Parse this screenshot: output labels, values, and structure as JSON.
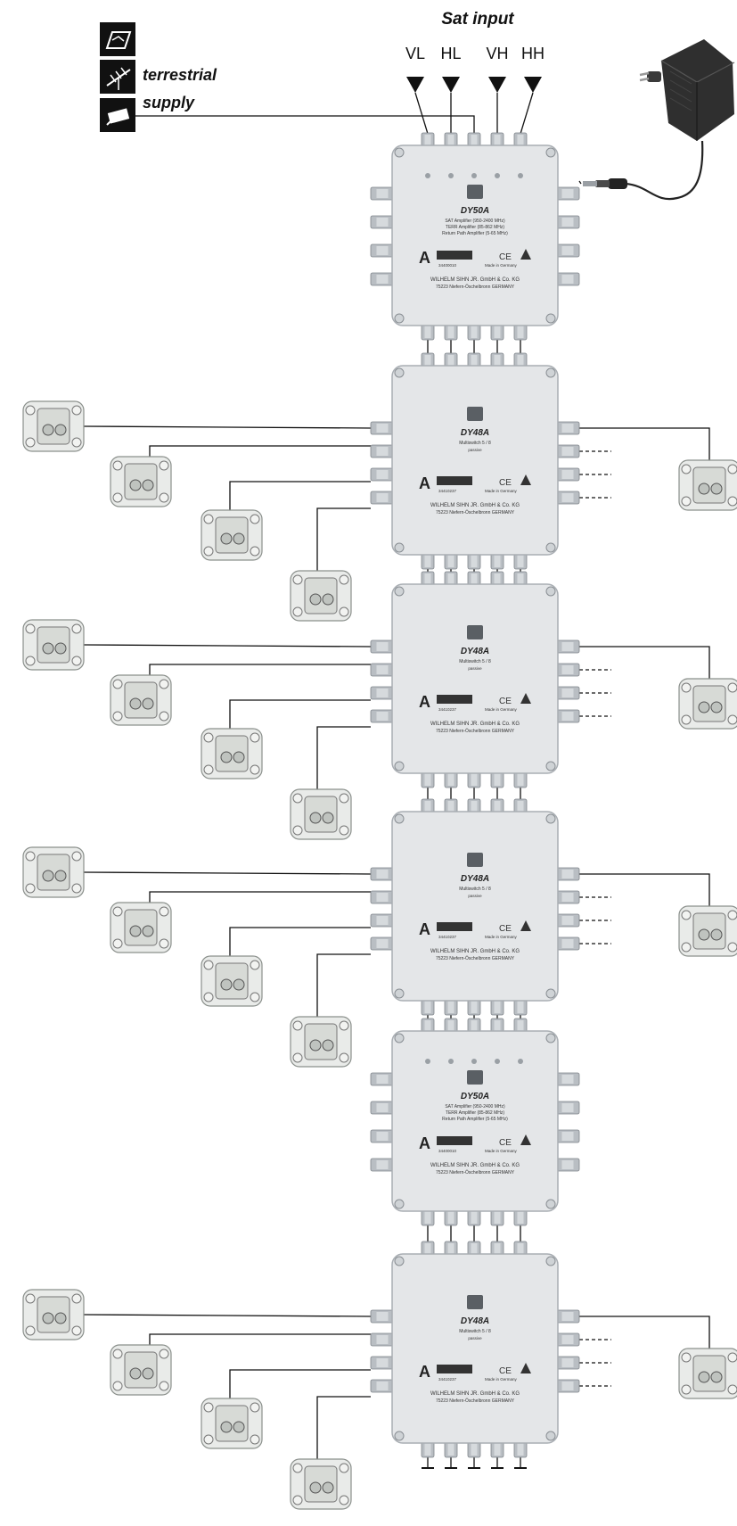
{
  "header": {
    "title": "Sat input",
    "inputs": [
      "VL",
      "HL",
      "VH",
      "HH"
    ]
  },
  "sources": {
    "terrestrial": "terrestrial",
    "supply": "supply"
  },
  "colors": {
    "line": "#111111",
    "device_body": "#e4e6e8",
    "device_edge": "#a9aeb3",
    "connector": "#b9bec3",
    "socket_body": "#e9ebe9",
    "psu": "#2a2a2a"
  },
  "icons": [
    "satellite-dish-icon",
    "terrestrial-antenna-icon",
    "power-supply-icon",
    "termination-icon",
    "wall-socket-icon"
  ],
  "amplifier": {
    "model": "DY50A",
    "spec_lines": [
      "SAT Amplifier (950-2400 MHz)",
      "TERR Amplifier (85-862 MHz)",
      "Return Path Amplifier (5-65 MHz)"
    ],
    "article_no": "34400010",
    "made_in": "Made in Germany",
    "maker_line1": "WILHELM SIHN JR. GmbH & Co. KG",
    "maker_line2": "75223 Niefern-Öschelbronn  GERMANY"
  },
  "multiswitch": {
    "model": "DY48A",
    "subtitle": "Multiswitch  5 / 8",
    "mode": "passive",
    "article_no": "34410237",
    "made_in": "Made in Germany",
    "maker_line1": "WILHELM SIHN JR. GmbH & Co. KG",
    "maker_line2": "75223 Niefern-Öschelbronn  GERMANY"
  },
  "stack": [
    "DY50A",
    "DY48A",
    "DY48A",
    "DY48A",
    "DY50A",
    "DY48A"
  ]
}
